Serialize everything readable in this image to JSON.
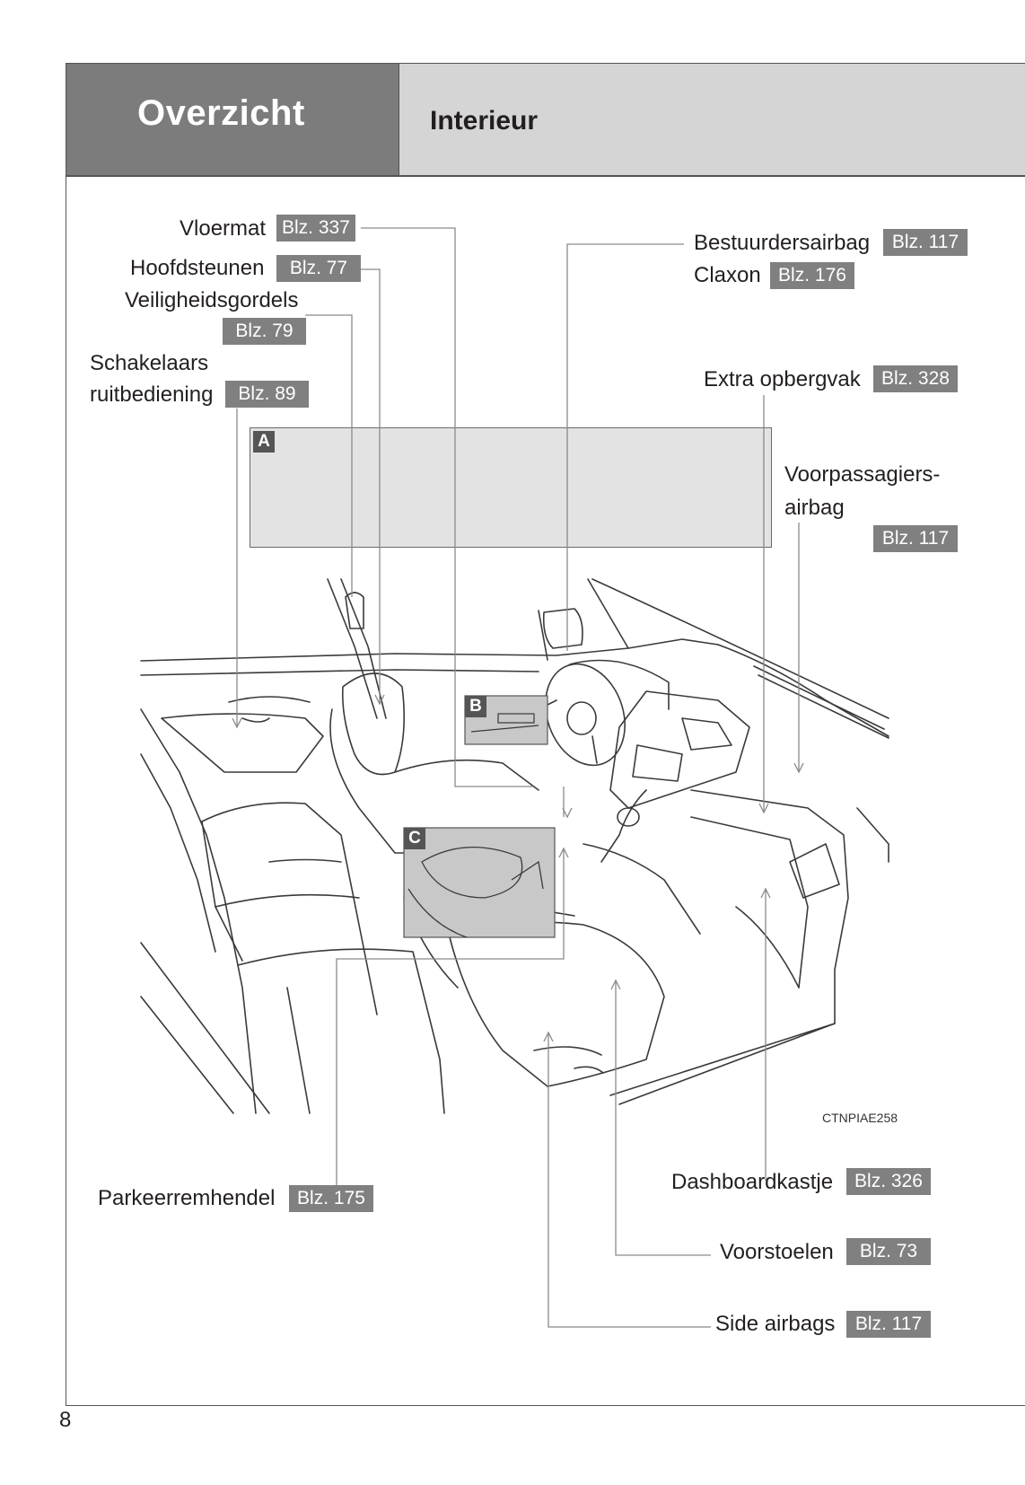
{
  "header": {
    "section": "Overzicht",
    "title": "Interieur"
  },
  "callouts": {
    "vloermat": {
      "label": "Vloermat",
      "page": "Blz. 337"
    },
    "hoofdsteunen": {
      "label": "Hoofdsteunen",
      "page": "Blz. 77"
    },
    "veiligheidsgordels": {
      "label": "Veiligheidsgordels",
      "page": "Blz. 79"
    },
    "schakelaars": {
      "label_line1": "Schakelaars",
      "label_line2": "ruitbediening",
      "page": "Blz. 89"
    },
    "bestuurdersairbag": {
      "label": "Bestuurdersairbag",
      "page": "Blz. 117"
    },
    "claxon": {
      "label": "Claxon",
      "page": "Blz. 176"
    },
    "extra_opbergvak": {
      "label": "Extra opbergvak",
      "page": "Blz. 328"
    },
    "voorpassagiersairbag": {
      "label_line1": "Voorpassagiers-",
      "label_line2": "airbag",
      "page": "Blz. 117"
    },
    "parkeerremhendel": {
      "label": "Parkeerremhendel",
      "page": "Blz. 175"
    },
    "dashboardkastje": {
      "label": "Dashboardkastje",
      "page": "Blz. 326"
    },
    "voorstoelen": {
      "label": "Voorstoelen",
      "page": "Blz. 73"
    },
    "side_airbags": {
      "label": "Side airbags",
      "page": "Blz. 117"
    }
  },
  "figure": {
    "tag_a": "A",
    "tag_b": "B",
    "tag_c": "C",
    "code": "CTNPIAE258",
    "illustration": "car-interior-illustration"
  },
  "page_number": "8"
}
